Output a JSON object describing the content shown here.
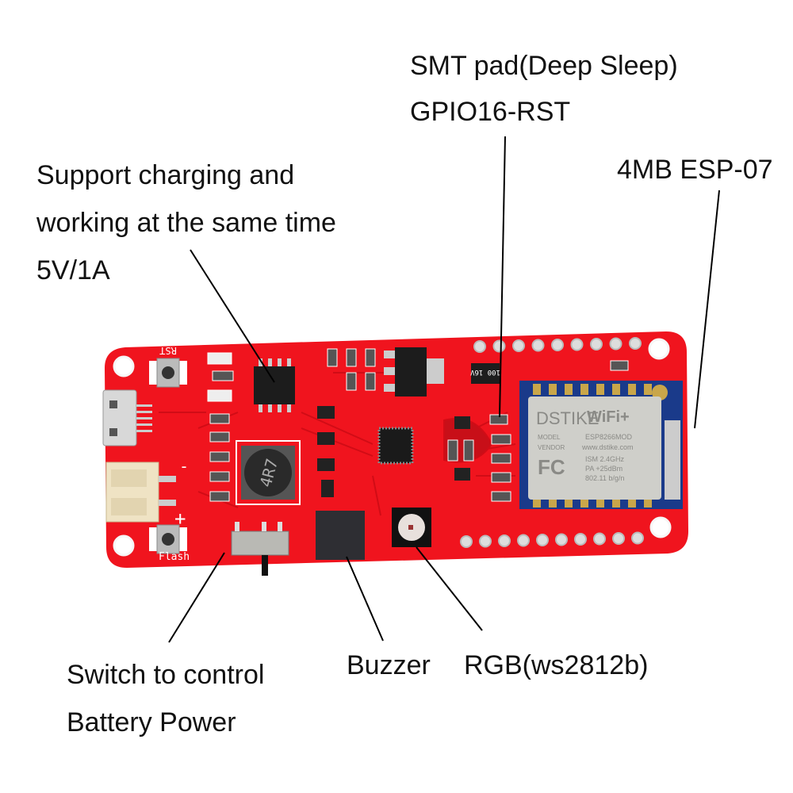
{
  "annotations": {
    "smt_pad_line1": "SMT pad(Deep Sleep)",
    "smt_pad_line2": "GPIO16-RST",
    "esp_module": "4MB ESP-07",
    "charging_line1": "Support charging and",
    "charging_line2": "working at the same time",
    "charging_line3": "5V/1A",
    "switch_line1": "Switch to control",
    "switch_line2": "Battery Power",
    "buzzer": "Buzzer",
    "rgb": "RGB(ws2812b)"
  },
  "board_markings": {
    "rst": "RST",
    "flash": "Flash",
    "minus": "-",
    "plus": "+",
    "inductor": "4R7",
    "capacitor": "100 16V",
    "module_brand": "DSTIKE",
    "module_logo": "WiFi+",
    "module_model_label": "MODEL",
    "module_model": "ESP8266MOD",
    "module_vendor_label": "VENDOR",
    "module_url": "www.dstike.com",
    "module_fcc": "FC",
    "module_ism": "ISM  2.4GHz",
    "module_pa": "PA  +25dBm",
    "module_std": "802.11 b/g/n"
  },
  "colors": {
    "pcb": "#f0141e",
    "trace": "#d10c16",
    "module_pcb": "#1a3a8a",
    "shield": "#cfcfca",
    "pad": "#c9a64a"
  }
}
